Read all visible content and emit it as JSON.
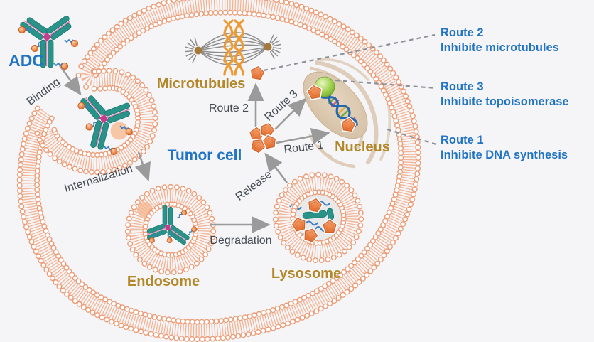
{
  "diagram": {
    "labels": {
      "adc": "ADC",
      "binding": "Binding",
      "internalization": "Internalization",
      "tumor_cell": "Tumor cell",
      "microtubules": "Microtubules",
      "endosome": "Endosome",
      "lysosome": "Lysosome",
      "nucleus": "Nucleus",
      "degradation": "Degradation",
      "release": "Release",
      "route1": "Route 1",
      "route2": "Route 2",
      "route3": "Route 3"
    },
    "legend": [
      {
        "name": "Route 2",
        "effect": "Inhibite microtubules"
      },
      {
        "name": "Route 3",
        "effect": "Inhibite topoisomerase"
      },
      {
        "name": "Route 1",
        "effect": "Inhibite DNA synthesis"
      }
    ],
    "colors": {
      "background": "#f5f5f7",
      "accent_blue": "#2173c4",
      "gold": "#b3882a",
      "slate": "#454b54",
      "membrane": "#ec9c77",
      "membrane_tail": "#f4b494",
      "arrow": "#9a9a9a",
      "antibody_teal": "#2a9389",
      "linker_blue": "#3a7fc1",
      "payload_orange": "#ef8a52",
      "dna_blue": "#2767ae",
      "topoisomerase_green": "#8dc63f",
      "nucleus_tan": "#d9c7b1",
      "chromosome_orange": "#ee9a33",
      "centrosome_brown": "#a5783c"
    }
  }
}
